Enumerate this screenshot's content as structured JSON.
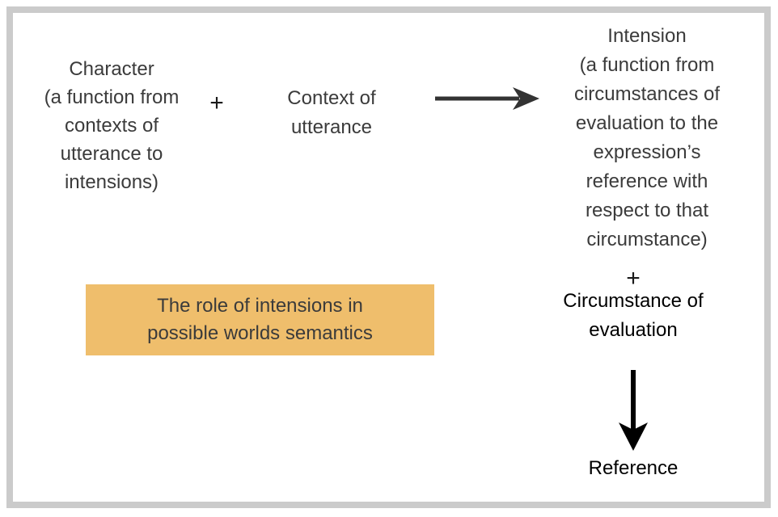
{
  "colors": {
    "frame_border": "#cbcbcb",
    "background": "#ffffff",
    "text_gray": "#3b3b3b",
    "text_black": "#000000",
    "arrow_right": "#333333",
    "arrow_down": "#000000",
    "highlight_background": "#efbe6c"
  },
  "blocks": {
    "character_lines": [
      "Character",
      "(a function from",
      "contexts of",
      "utterance to",
      "intensions)"
    ],
    "plus_top": "+",
    "context_lines": [
      "Context of",
      "utterance"
    ],
    "intension_lines": [
      "Intension",
      "(a function from",
      "circumstances of",
      "evaluation to the",
      "expression’s",
      "reference with",
      "respect to that",
      "circumstance)"
    ],
    "plus_right": "+",
    "circumstance_lines": [
      "Circumstance of",
      "evaluation"
    ],
    "reference_label": "Reference",
    "highlight_lines": [
      "The role of intensions in",
      "possible worlds semantics"
    ]
  },
  "icons": {
    "right_arrow": "right-arrow-icon",
    "down_arrow": "down-arrow-icon"
  }
}
